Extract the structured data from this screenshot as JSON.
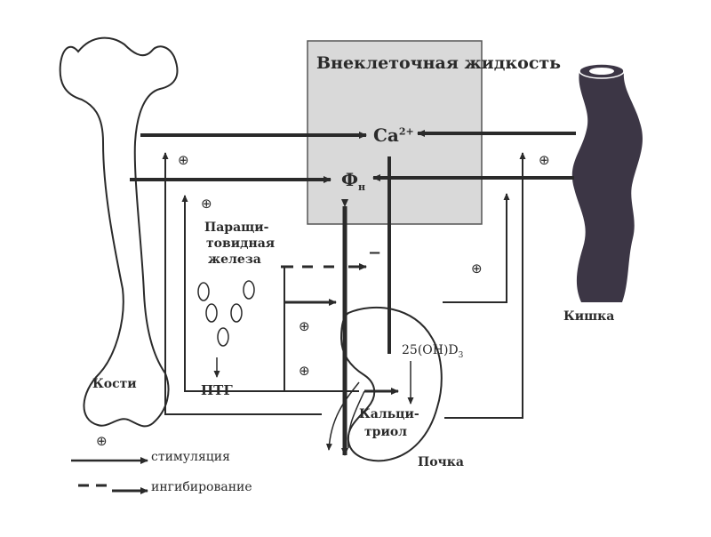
{
  "ecf_label": "Внеклеточная жидкость",
  "ion_ca": "Ca",
  "ion_ca_charge": "2+",
  "ion_p": "Ф",
  "ion_p_sub": "н",
  "parathyroid_label_1": "Паращи-",
  "parathyroid_label_2": "товидная",
  "parathyroid_label_3": "железа",
  "pth_label": "ПТГ",
  "bones_label": "Кости",
  "intestine_label": "Кишка",
  "kidney_label": "Почка",
  "vitd_label": "25(OH)D",
  "vitd_sub": "3",
  "calcitriol_label_1": "Кальци-",
  "calcitriol_label_2": "триол",
  "legend": {
    "stimulation": "стимуляция",
    "inhibition": "ингибирование",
    "stimulation_symbol": "⊕"
  },
  "plus_symbol": "⊕",
  "minus_symbol": "−",
  "colors": {
    "ink": "#2a2a2a",
    "box_fill": "#d9d9d9",
    "intestine_fill": "#3c3645"
  }
}
